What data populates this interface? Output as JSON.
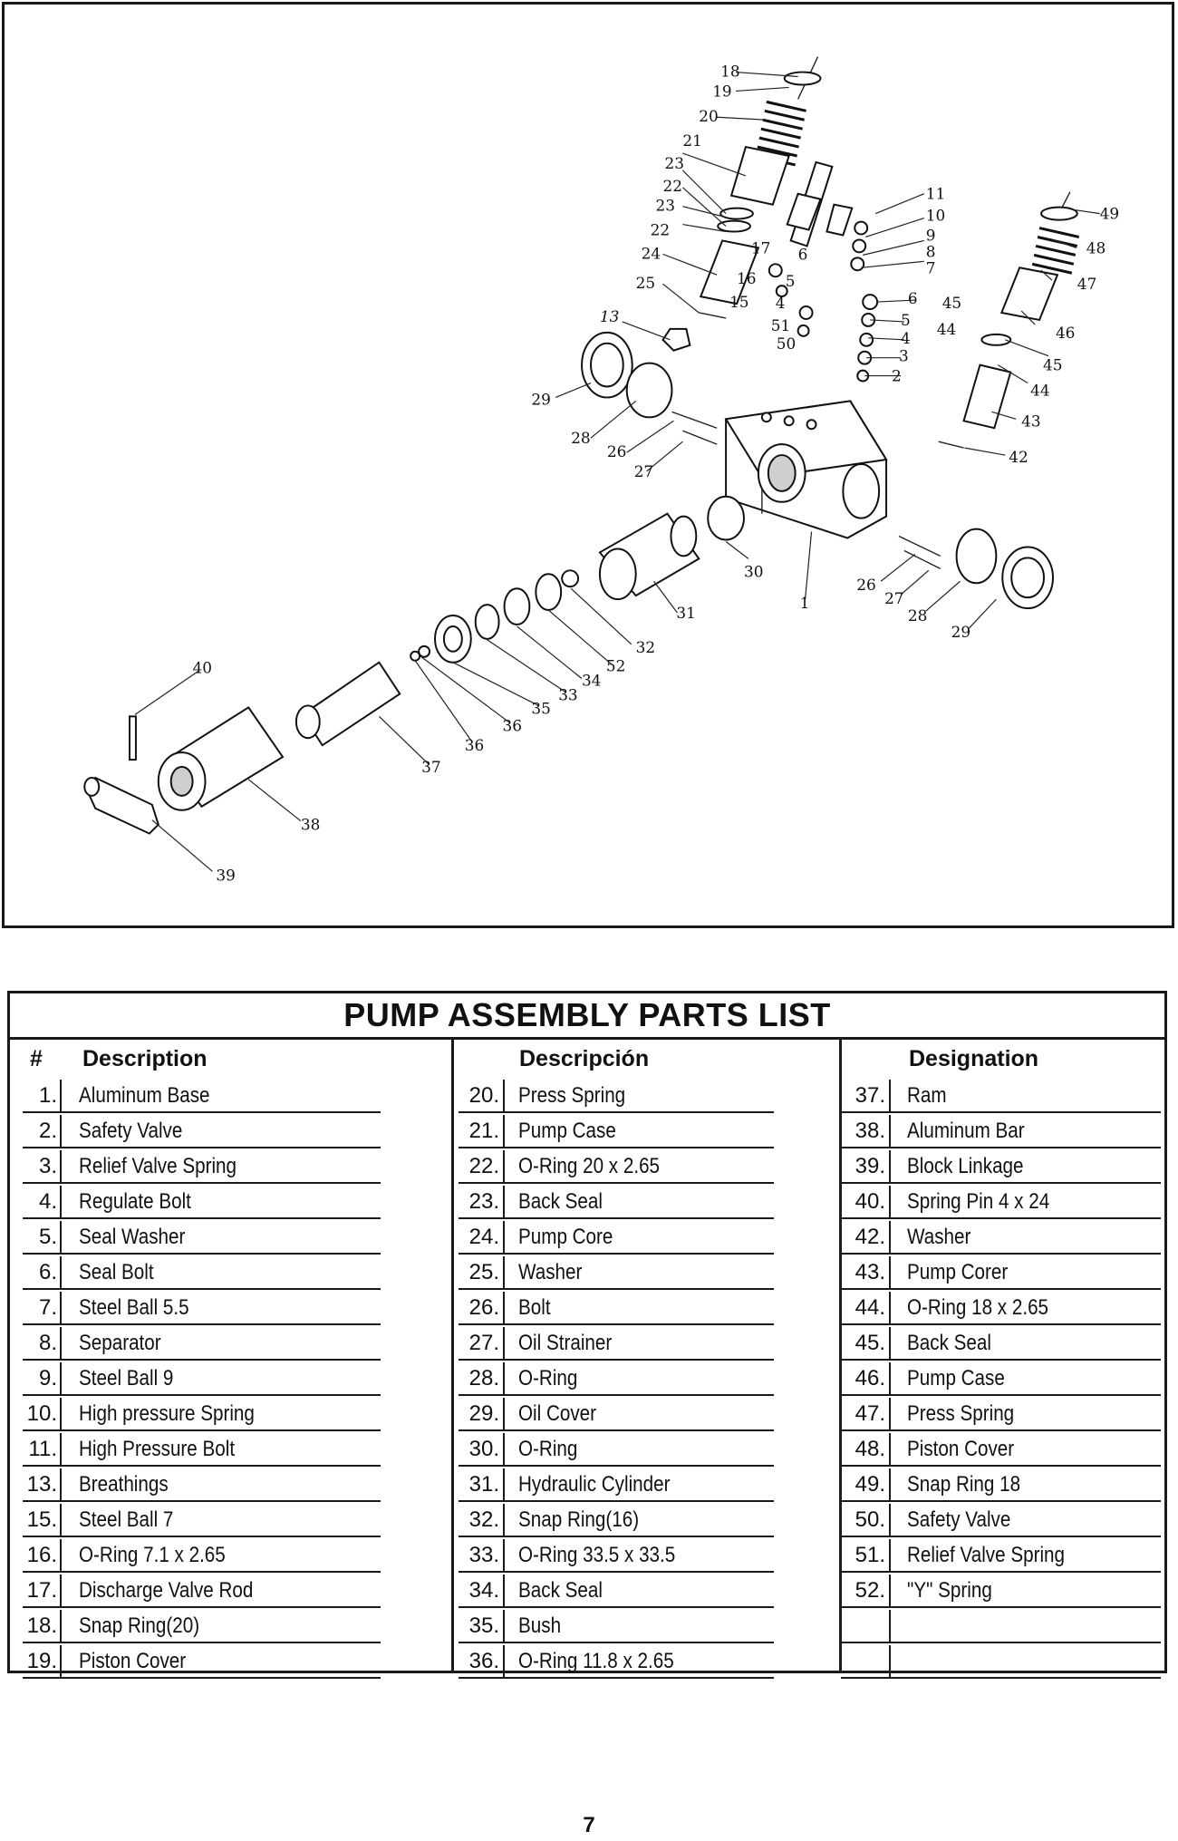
{
  "diagram": {
    "callouts": [
      "18",
      "19",
      "20",
      "21",
      "23",
      "22",
      "23",
      "22",
      "24",
      "25",
      "17",
      "16",
      "15",
      "6",
      "5",
      "4",
      "51",
      "50",
      "11",
      "10",
      "9",
      "8",
      "7",
      "6",
      "5",
      "4",
      "3",
      "2",
      "13",
      "29",
      "28",
      "26",
      "27",
      "49",
      "48",
      "47",
      "46",
      "45",
      "44",
      "45",
      "44",
      "43",
      "42",
      "30",
      "31",
      "32",
      "1",
      "26",
      "27",
      "28",
      "29",
      "52",
      "34",
      "33",
      "35",
      "36",
      "36",
      "37",
      "40",
      "38",
      "39"
    ]
  },
  "table": {
    "title": "PUMP ASSEMBLY PARTS LIST",
    "num_header": "#",
    "headers": [
      "Description",
      "Descripción",
      "Designation"
    ],
    "columns": [
      [
        {
          "num": "1.",
          "desc": "Aluminum Base"
        },
        {
          "num": "2.",
          "desc": "Safety Valve"
        },
        {
          "num": "3.",
          "desc": "Relief Valve Spring"
        },
        {
          "num": "4.",
          "desc": "Regulate Bolt"
        },
        {
          "num": "5.",
          "desc": "Seal Washer"
        },
        {
          "num": "6.",
          "desc": "Seal Bolt"
        },
        {
          "num": "7.",
          "desc": "Steel Ball 5.5"
        },
        {
          "num": "8.",
          "desc": "Separator"
        },
        {
          "num": "9.",
          "desc": "Steel Ball 9"
        },
        {
          "num": "10.",
          "desc": "High  pressure Spring"
        },
        {
          "num": "11.",
          "desc": "High  Pressure Bolt"
        },
        {
          "num": "13.",
          "desc": "Breathings"
        },
        {
          "num": "15.",
          "desc": "Steel Ball 7"
        },
        {
          "num": "16.",
          "desc": "O-Ring 7.1 x 2.65"
        },
        {
          "num": "17.",
          "desc": "Discharge Valve Rod"
        },
        {
          "num": "18.",
          "desc": "Snap Ring(20)"
        },
        {
          "num": "19.",
          "desc": "Piston Cover"
        }
      ],
      [
        {
          "num": "20.",
          "desc": "Press Spring"
        },
        {
          "num": "21.",
          "desc": "Pump Case"
        },
        {
          "num": "22.",
          "desc": "O-Ring 20 x 2.65"
        },
        {
          "num": "23.",
          "desc": "Back Seal"
        },
        {
          "num": "24.",
          "desc": "Pump Core"
        },
        {
          "num": "25.",
          "desc": "Washer"
        },
        {
          "num": "26.",
          "desc": "Bolt"
        },
        {
          "num": "27.",
          "desc": "Oil Strainer"
        },
        {
          "num": "28.",
          "desc": "O-Ring"
        },
        {
          "num": "29.",
          "desc": "Oil Cover"
        },
        {
          "num": "30.",
          "desc": "O-Ring"
        },
        {
          "num": "31.",
          "desc": "Hydraulic Cylinder"
        },
        {
          "num": "32.",
          "desc": "Snap Ring(16)"
        },
        {
          "num": "33.",
          "desc": "O-Ring 33.5 x 33.5"
        },
        {
          "num": "34.",
          "desc": "Back Seal"
        },
        {
          "num": "35.",
          "desc": "Bush"
        },
        {
          "num": "36.",
          "desc": "O-Ring 11.8  x 2.65"
        }
      ],
      [
        {
          "num": "37.",
          "desc": "Ram"
        },
        {
          "num": "38.",
          "desc": "Aluminum Bar"
        },
        {
          "num": "39.",
          "desc": "Block Linkage"
        },
        {
          "num": "40.",
          "desc": "Spring Pin 4 x 24"
        },
        {
          "num": "42.",
          "desc": "Washer"
        },
        {
          "num": "43.",
          "desc": "Pump Corer"
        },
        {
          "num": "44.",
          "desc": "O-Ring 18 x 2.65"
        },
        {
          "num": "45.",
          "desc": "Back Seal"
        },
        {
          "num": "46.",
          "desc": "Pump Case"
        },
        {
          "num": "47.",
          "desc": "Press Spring"
        },
        {
          "num": "48.",
          "desc": "Piston Cover"
        },
        {
          "num": "49.",
          "desc": "Snap Ring 18"
        },
        {
          "num": "50.",
          "desc": "Safety Valve"
        },
        {
          "num": "51.",
          "desc": "Relief Valve Spring"
        },
        {
          "num": "52.",
          "desc": "\"Y\" Spring"
        },
        {
          "num": "",
          "desc": ""
        },
        {
          "num": "",
          "desc": ""
        }
      ]
    ]
  },
  "page_number": "7"
}
